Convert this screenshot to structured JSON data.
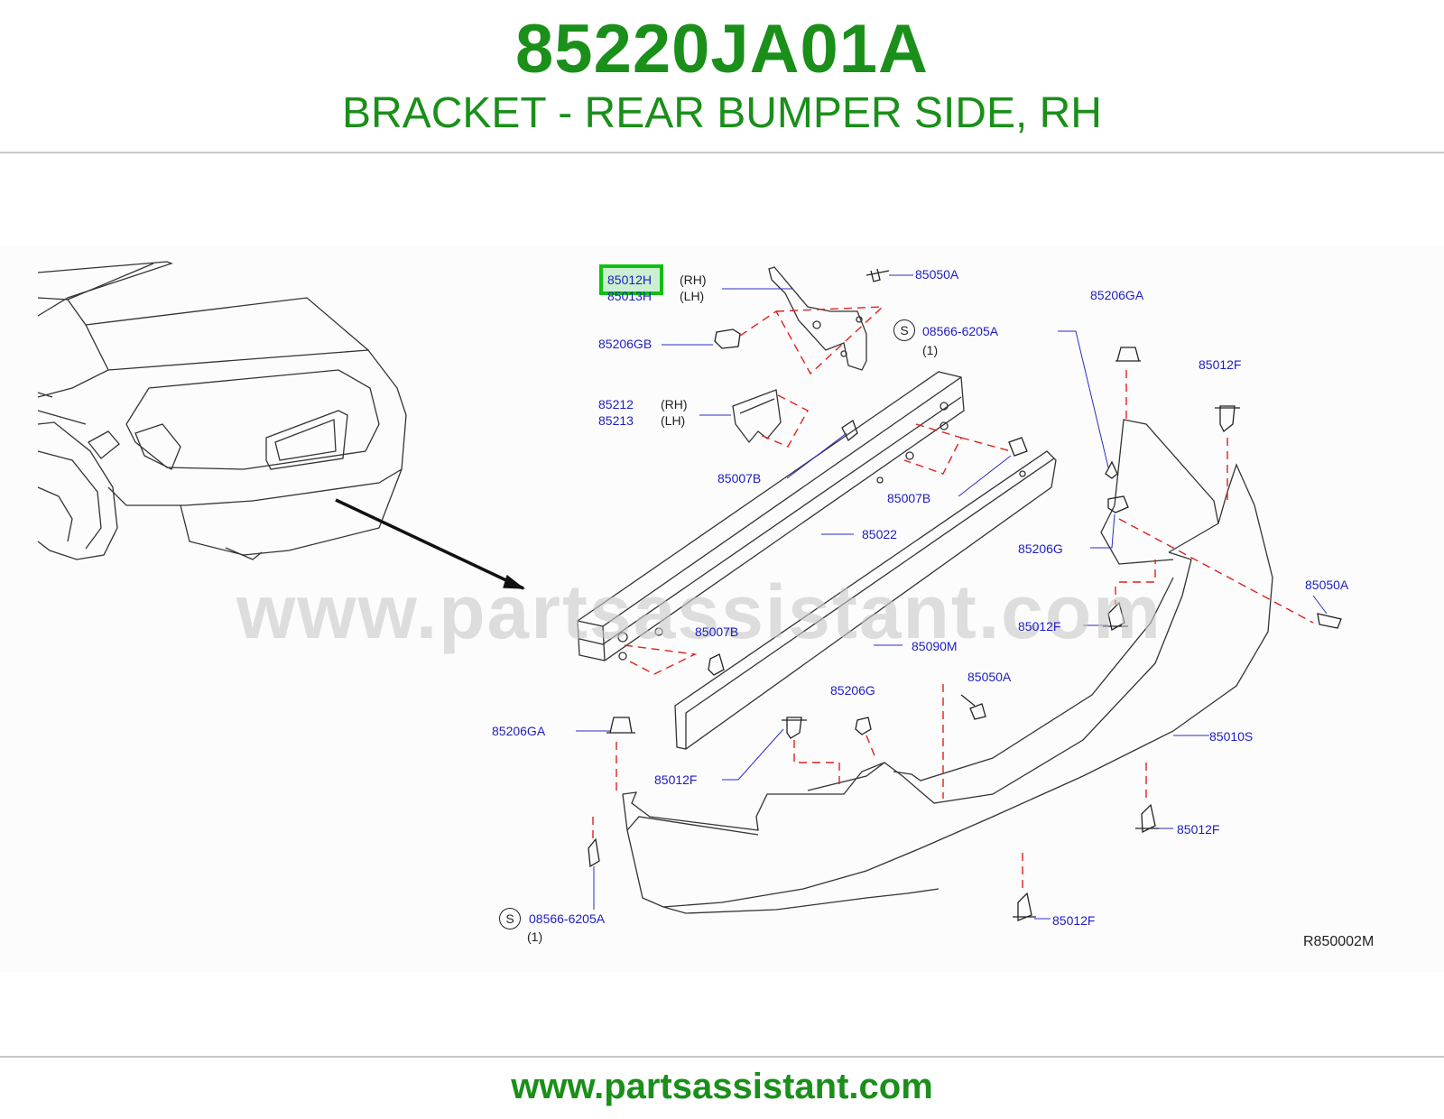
{
  "header": {
    "part_number": "85220JA01A",
    "description": "BRACKET - REAR BUMPER SIDE, RH"
  },
  "watermark": "www.partsassistant.com",
  "footer": {
    "url": "www.partsassistant.com"
  },
  "diagram": {
    "reference_code": "R850002M",
    "highlighted_part": "85012H",
    "callouts": {
      "c_85012H": "85012H",
      "c_85013H": "85013H",
      "c_85050A_top": "85050A",
      "c_85206GA_top": "85206GA",
      "c_08566_top": "08566-6205A",
      "c_qty_top": "(1)",
      "c_85206GB": "85206GB",
      "c_85012F_r1": "85012F",
      "c_85212": "85212",
      "c_85213": "85213",
      "c_85007B_1": "85007B",
      "c_85007B_2": "85007B",
      "c_85206G_r": "85206G",
      "c_85022": "85022",
      "c_85050A_r": "85050A",
      "c_85012F_r2": "85012F",
      "c_85007B_3": "85007B",
      "c_85090M": "85090M",
      "c_85050A_mid": "85050A",
      "c_85206G_mid": "85206G",
      "c_85206GA_left": "85206GA",
      "c_85010S": "85010S",
      "c_85012F_mid": "85012F",
      "c_85012F_br1": "85012F",
      "c_08566_bot": "08566-6205A",
      "c_qty_bot": "(1)",
      "c_85012F_br2": "85012F"
    },
    "sides": {
      "rh1": "(RH)",
      "lh1": "(LH)",
      "rh2": "(RH)",
      "lh2": "(LH)"
    },
    "s_badge": "S"
  }
}
